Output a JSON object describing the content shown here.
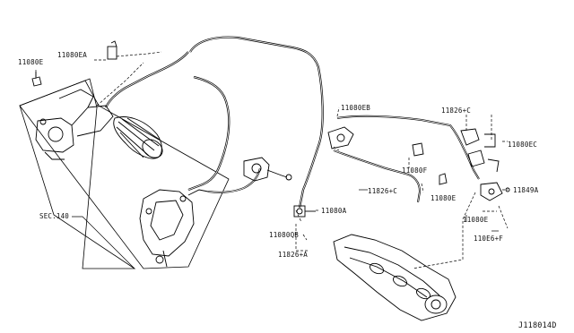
{
  "diagram": {
    "id": "J118014D",
    "parts": {
      "p11080E_top": "11080E",
      "p11080EA": "11080EA",
      "pSEC140": "SEC.140",
      "p11080EB": "11080EB",
      "p11826C_top": "11826+C",
      "p11080EC": "11080EC",
      "p11080F": "11080F",
      "p11826C_mid": "11826+C",
      "p11080E_right": "11080E",
      "p11849A": "11849A",
      "p11080A": "11080A",
      "p11080QB": "11080QB",
      "p11826A": "11826+A",
      "p11080E_low": "11080E",
      "p11826F": "110E6+F"
    }
  }
}
